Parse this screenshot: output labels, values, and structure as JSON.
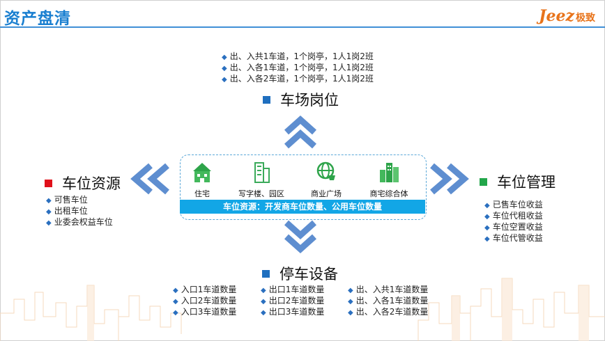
{
  "header": {
    "title": "资产盘清",
    "logo_text": "Jeez",
    "logo_cn": "极致"
  },
  "top": {
    "items": [
      "出、入共1车道，1个岗亭，1人1岗2班",
      "出、入各1车道，1个岗亭，1人1岗2班",
      "出、入各2车道，1个岗亭，1人1岗2班"
    ],
    "heading": "车场岗位",
    "color": "#1f6fbf"
  },
  "left": {
    "heading": "车位资源",
    "color": "#e0101a",
    "items": [
      "可售车位",
      "出租车位",
      "业委会权益车位"
    ]
  },
  "right": {
    "heading": "车位管理",
    "color": "#22a64a",
    "items": [
      "已售车位收益",
      "车位代租收益",
      "车位空置收益",
      "车位代管收益"
    ]
  },
  "bottom": {
    "heading": "停车设备",
    "color": "#1f6fbf",
    "col1": [
      "入口1车道数量",
      "入口2车道数量",
      "入口3车道数量"
    ],
    "col2": [
      "出口1车道数量",
      "出口2车道数量",
      "出口3车道数量"
    ],
    "col3": [
      "出、入共1车道数量",
      "出、入各1车道数量",
      "出、入各2车道数量"
    ]
  },
  "center": {
    "categories": [
      {
        "label": "住宅",
        "icon": "residential-icon"
      },
      {
        "label": "写字楼、园区",
        "icon": "office-building-icon"
      },
      {
        "label": "商业广场",
        "icon": "shopping-globe-icon"
      },
      {
        "label": "商宅综合体",
        "icon": "mixed-complex-icon"
      }
    ],
    "banner": "车位资源：开发商车位数量、公用车位数量"
  }
}
